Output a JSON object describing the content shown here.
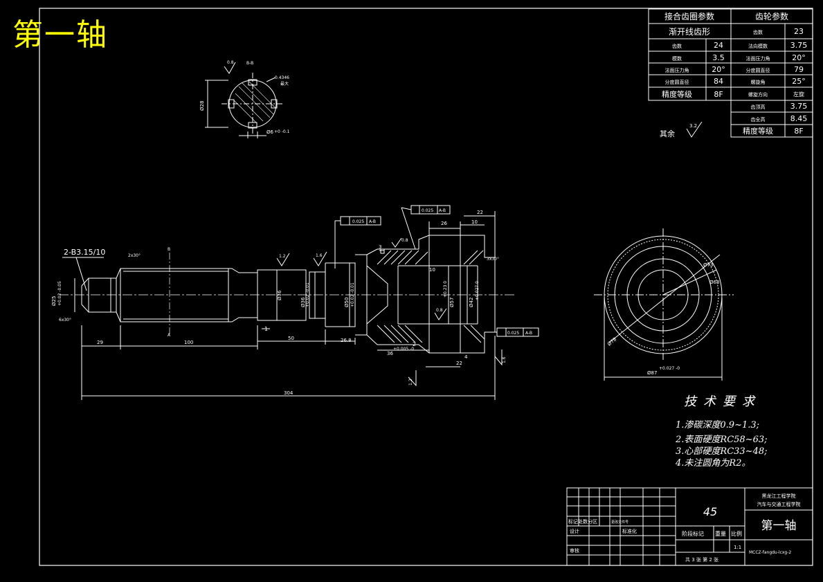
{
  "drawing": {
    "big_title": "第一轴",
    "remainder_label": "其余",
    "remainder_roughness": "3.2"
  },
  "mesh_table": {
    "header": "接合齿圈参数",
    "profile": "渐开线齿形",
    "rows": [
      {
        "label": "齿数",
        "value": "24"
      },
      {
        "label": "模数",
        "value": "3.5"
      },
      {
        "label": "法面压力角",
        "value": "20°"
      },
      {
        "label": "分度圆直径",
        "value": "84"
      },
      {
        "label": "精度等级",
        "value": "8F"
      }
    ]
  },
  "gear_table": {
    "header": "齿轮参数",
    "rows": [
      {
        "label": "齿数",
        "value": "23"
      },
      {
        "label": "法向模数",
        "value": "3.75"
      },
      {
        "label": "法面压力角",
        "value": "20°"
      },
      {
        "label": "分度圆直径",
        "value": "79"
      },
      {
        "label": "螺旋角",
        "value": "25°"
      },
      {
        "label": "螺旋方向",
        "value": "左旋"
      },
      {
        "label": "齿顶高",
        "value": "3.75"
      },
      {
        "label": "齿全高",
        "value": "8.45"
      },
      {
        "label": "精度等级",
        "value": "8F"
      }
    ]
  },
  "section_view": {
    "label": "B-B",
    "roughness": "0.8",
    "dim_tol": "0.4346",
    "dim_tol_note": "最大",
    "dia_label": "Ø28",
    "width_label": "Ø6",
    "width_tol": "+0 -0.1"
  },
  "shaft_dims": {
    "center_hole": "2-B3.15/10",
    "chamfer_left": "2x30°",
    "angle_left": "6x30°",
    "d25": "Ø25",
    "d25_tol": "+0.02 -0.05",
    "d36": "Ø36",
    "d36b": "Ø36",
    "d36_tol": "+0.02 -0.01",
    "d50": "Ø50",
    "d50_tol": "+0.02 -0.01",
    "d57": "Ø57",
    "d57_tol": "+0.23 0",
    "d42": "Ø42",
    "d42_tol": "+0.027 0",
    "len_29": "29",
    "len_100": "100",
    "len_50": "50",
    "len_26_8": "26.8",
    "len_36": "36",
    "len_36_tol": "+0.005 -0",
    "len_2": "2",
    "len_22_bottom": "22",
    "len_4": "4",
    "len_26": "26",
    "len_10": "10",
    "len_22_top": "22",
    "len_1": "1",
    "len_3": "3",
    "len_total": "304",
    "r_12a": "1.2",
    "r_16a": "1.6",
    "r_08a": "0.8",
    "r_08b": "0.8",
    "r_16b": "1.6",
    "r_12b": "1.2",
    "tol1": "0.025",
    "tol1_ref": "A-B",
    "tol2": "0.025",
    "tol2_ref": "A-B",
    "tol3": "0.025",
    "tol3_ref": "A-B",
    "chamfer_right": "3x30°",
    "mark_a": "A",
    "mark_b": "B",
    "mark_1": "1",
    "len_10b": "10"
  },
  "end_view": {
    "d73": "Ø73",
    "d68": "Ø68",
    "d87": "Ø87",
    "d87_tol": "+0.027 -0",
    "d78": "Ø78"
  },
  "tech_req": {
    "title": "技术要求",
    "items": [
      "1.渗碳深度0.9~1.3;",
      "2.表面硬度RC58~63;",
      "3.心部硬度RC33~48;",
      "4.未注圆角为R2。"
    ]
  },
  "title_block": {
    "material": "45",
    "school_1": "黑龙江工程学院",
    "school_2": "汽车与交通工程学院",
    "part_name": "第一轴",
    "stage_mark": "阶段标记",
    "weight": "重量",
    "scale": "比例",
    "scale_value": "1:1",
    "sheets": "共 3 张   第 2 张",
    "drawing_no": "MCCZ-fangdu-lcxg-2",
    "row_mark": "标记处数分区",
    "row_mark2": "更改文件号",
    "design": "设计",
    "standard": "标准化",
    "review": "审核"
  }
}
